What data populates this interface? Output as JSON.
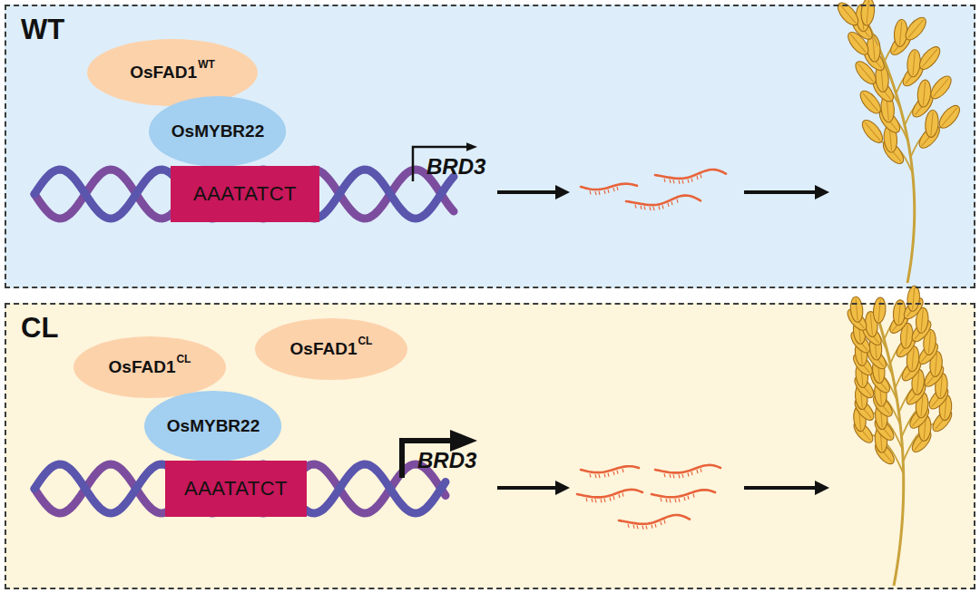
{
  "diagram": {
    "nodes": [
      {
        "text": [
          "WT"
        ]
      },
      {
        "text": [
          "OsFAD1",
          "WT"
        ],
        "in": 0
      },
      {
        "text": [
          "OsMYBR22"
        ],
        "in": 0
      },
      {
        "text": [
          "AAATATCT"
        ],
        "in": 0
      },
      {
        "text": [
          "CL"
        ]
      },
      {
        "text": [
          "OsFAD1",
          "CL"
        ],
        "in": 4
      },
      {
        "text": [
          "OsFAD1",
          "CL"
        ],
        "in": 4
      },
      {
        "text": [
          "OsMYBR22"
        ],
        "in": 4
      },
      {
        "text": [
          "AAATATCT"
        ],
        "in": 4
      }
    ],
    "labels": [
      "BRD3",
      "BRD3"
    ]
  }
}
